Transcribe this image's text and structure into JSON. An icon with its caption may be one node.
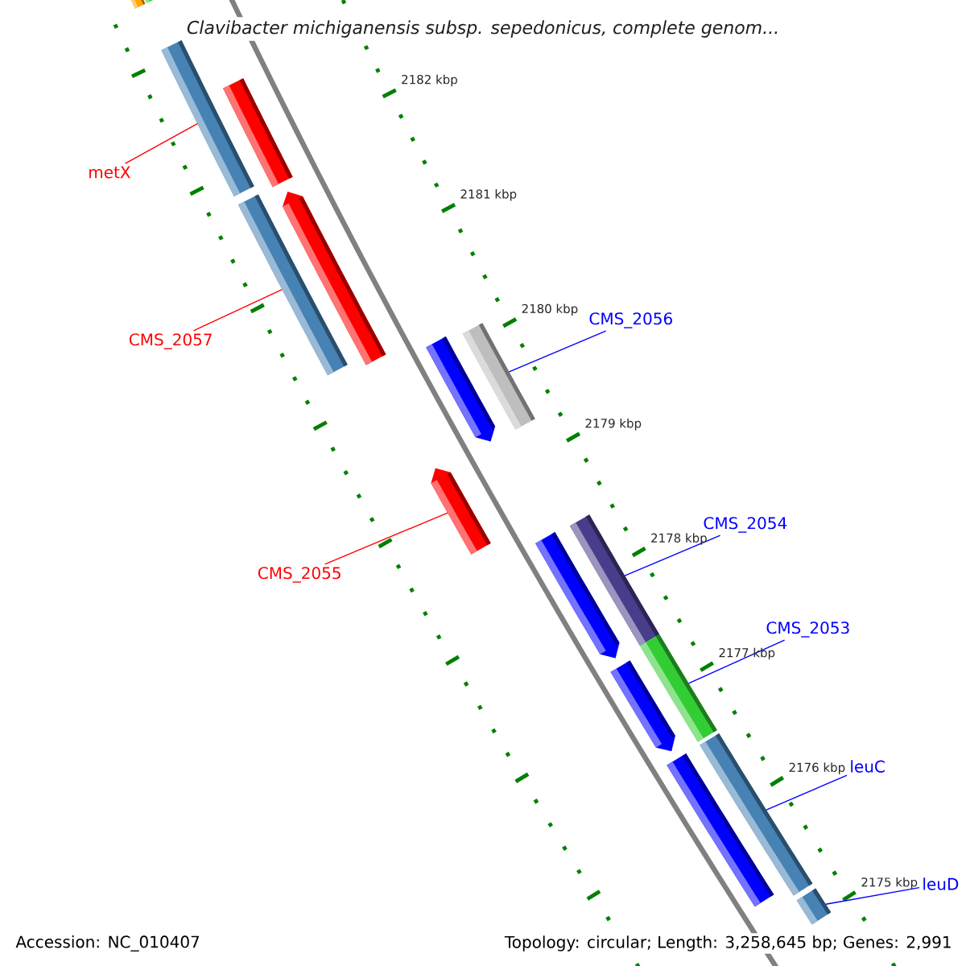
{
  "diagram": {
    "title": "Clavibacter michiganensis subsp. sepedonicus, complete genom...",
    "nodes": [
      {
        "text": [
          "metX"
        ]
      },
      {
        "text": [
          "CMS_2057"
        ]
      },
      {
        "text": [
          "CMS_2055"
        ]
      },
      {
        "text": [
          "CMS_2056"
        ]
      },
      {
        "text": [
          "CMS_2054"
        ]
      },
      {
        "text": [
          "CMS_2053"
        ]
      },
      {
        "text": [
          "leuC"
        ]
      },
      {
        "text": [
          "leuD"
        ]
      },
      {
        "text": [],
        "shape": "bar"
      },
      {
        "text": [],
        "shape": "bar"
      },
      {
        "text": [],
        "shape": "bar"
      },
      {
        "text": [],
        "shape": "bar"
      },
      {
        "text": [],
        "shape": "bar"
      },
      {
        "text": [],
        "shape": "bar"
      },
      {
        "text": [],
        "shape": "bar"
      },
      {
        "text": [],
        "shape": "bar"
      },
      {
        "text": [],
        "shape": "bar"
      },
      {
        "text": [],
        "shape": "bar"
      },
      {
        "text": [],
        "shape": "bar"
      },
      {
        "text": [],
        "shape": "bar"
      },
      {
        "text": [],
        "shape": "bar"
      },
      {
        "text": [],
        "shape": "bar"
      },
      {
        "text": [],
        "shape": "bar"
      },
      {
        "text": [],
        "shape": "bar"
      }
    ],
    "edges": [
      {
        "from": 0,
        "to": 11,
        "arrow": "none",
        "color": "#ff0000"
      },
      {
        "from": 1,
        "to": 13,
        "arrow": "none",
        "color": "#ff0000"
      },
      {
        "from": 2,
        "to": 16,
        "arrow": "none",
        "color": "#ff0000"
      },
      {
        "from": 3,
        "to": 15,
        "arrow": "none"
      },
      {
        "from": 4,
        "to": 18,
        "arrow": "none"
      },
      {
        "from": 5,
        "to": 20,
        "arrow": "none"
      },
      {
        "from": 6,
        "to": 22,
        "arrow": "none"
      },
      {
        "from": 7,
        "to": 23,
        "arrow": "none"
      }
    ],
    "labels": [
      "2182 kbp",
      "2181 kbp",
      "2180 kbp",
      "2179 kbp",
      "2178 kbp",
      "2177 kbp",
      "2176 kbp",
      "2175 kbp",
      "Accession: NC_010407",
      "Topology: circular; Length: 3,258,645 bp; Genes: 2,991"
    ]
  }
}
